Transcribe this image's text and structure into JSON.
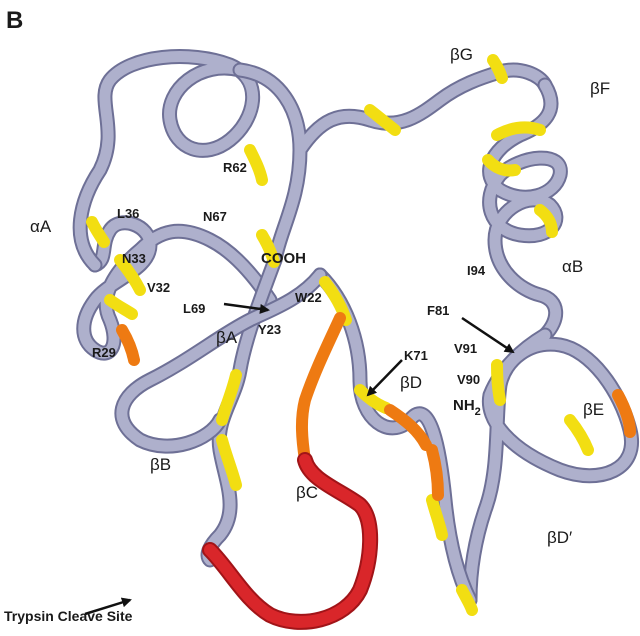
{
  "figure": {
    "panel_letter": "B",
    "colors": {
      "backbone": "#aeb0cc",
      "backbone_shade": "#6e7096",
      "low": "#f2de12",
      "mid": "#ee7a12",
      "high": "#d9262a",
      "arrow": "#111111"
    },
    "structure_labels": [
      {
        "id": "bG",
        "text": "βG"
      },
      {
        "id": "bF",
        "text": "βF"
      },
      {
        "id": "aA",
        "text": "αA"
      },
      {
        "id": "aB",
        "text": "αB"
      },
      {
        "id": "bA",
        "text": "βA"
      },
      {
        "id": "bB",
        "text": "βB"
      },
      {
        "id": "bC",
        "text": "βC"
      },
      {
        "id": "bD",
        "text": "βD"
      },
      {
        "id": "bE",
        "text": "βE"
      },
      {
        "id": "bD2",
        "text": "βD′"
      }
    ],
    "residue_labels": [
      {
        "id": "R62",
        "text": "R62"
      },
      {
        "id": "L36",
        "text": "L36"
      },
      {
        "id": "N67",
        "text": "N67"
      },
      {
        "id": "N33",
        "text": "N33"
      },
      {
        "id": "V32",
        "text": "V32"
      },
      {
        "id": "L69",
        "text": "L69"
      },
      {
        "id": "W22",
        "text": "W22"
      },
      {
        "id": "Y23",
        "text": "Y23"
      },
      {
        "id": "R29",
        "text": "R29"
      },
      {
        "id": "K71",
        "text": "K71"
      },
      {
        "id": "I94",
        "text": "I94"
      },
      {
        "id": "F81",
        "text": "F81"
      },
      {
        "id": "V91",
        "text": "V91"
      },
      {
        "id": "V90",
        "text": "V90"
      }
    ],
    "termini": {
      "c_term": "COOH",
      "n_term_main": "NH",
      "n_term_sub": "2"
    },
    "annotation": "Trypsin Cleave Site"
  }
}
